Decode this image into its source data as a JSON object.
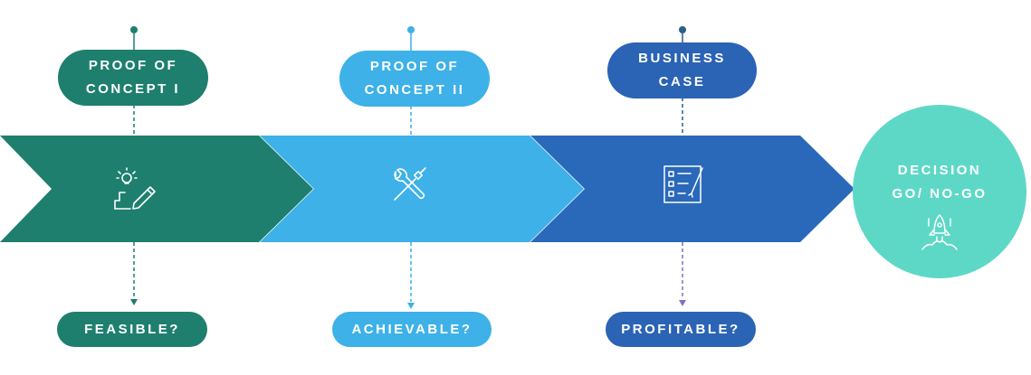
{
  "colors": {
    "stage1": "#1E7F6E",
    "stage2": "#3DB1E8",
    "stage3": "#2A69BA",
    "decision": "#5ED8C6",
    "pill3": "#2B63B5"
  },
  "stages": [
    {
      "title_line1": "PROOF OF",
      "title_line2": "CONCEPT I",
      "question": "FEASIBLE?",
      "icon": "idea-pencil-icon"
    },
    {
      "title_line1": "PROOF OF",
      "title_line2": "CONCEPT II",
      "question": "ACHIEVABLE?",
      "icon": "tools-icon"
    },
    {
      "title_line1": "BUSINESS",
      "title_line2": "CASE",
      "question": "PROFITABLE?",
      "icon": "checklist-icon"
    }
  ],
  "decision": {
    "line1": "DECISION",
    "line2": "GO/ NO-GO",
    "icon": "rocket-icon"
  }
}
